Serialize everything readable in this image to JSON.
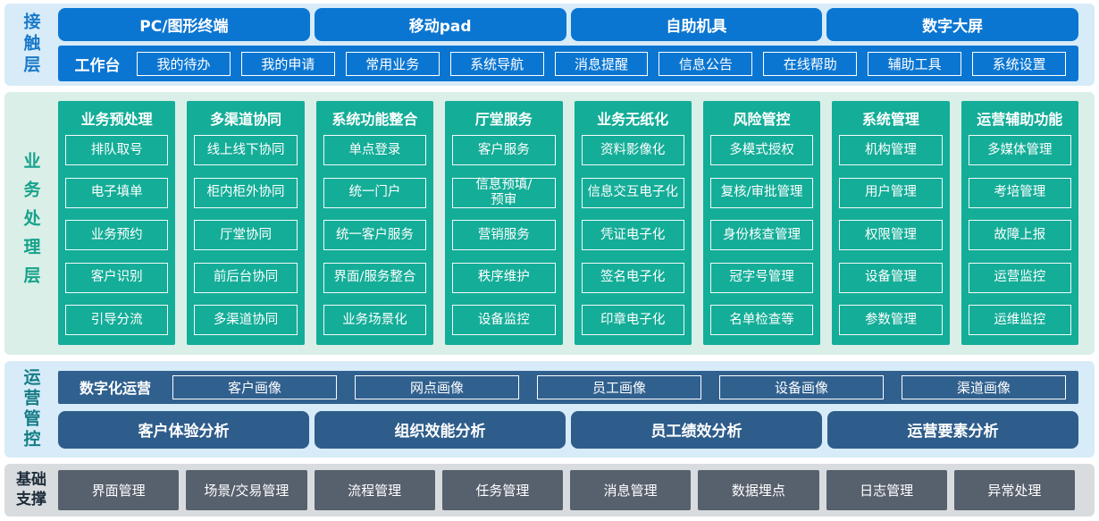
{
  "colors": {
    "channel_blue": "#0b76d2",
    "contact_band_bg": "#d7ebf8",
    "contact_label_color": "#1a7ac9",
    "business_band_bg": "#d9efe7",
    "business_column_bg": "#14ad98",
    "business_label_color": "#16a28c",
    "ops_band_bg": "#d7ebf8",
    "ops_bar_bg": "#30608e",
    "ops_button_bg": "#2e5d8b",
    "ops_label_color": "#147d86",
    "foundation_band_bg": "#d9dcdf",
    "foundation_button_bg": "#57616d",
    "foundation_label_color": "#1d2b39",
    "text_on_dark": "#ffffff"
  },
  "contact": {
    "label": "接触层",
    "channels": [
      "PC/图形终端",
      "移动pad",
      "自助机具",
      "数字大屏"
    ],
    "workbench": {
      "label": "工作台",
      "items": [
        "我的待办",
        "我的申请",
        "常用业务",
        "系统导航",
        "消息提醒",
        "信息公告",
        "在线帮助",
        "辅助工具",
        "系统设置"
      ]
    }
  },
  "business": {
    "label": "业务处理层",
    "columns": [
      {
        "title": "业务预处理",
        "items": [
          "排队取号",
          "电子填单",
          "业务预约",
          "客户识别",
          "引导分流"
        ]
      },
      {
        "title": "多渠道协同",
        "items": [
          "线上线下协同",
          "柜内柜外协同",
          "厅堂协同",
          "前后台协同",
          "多渠道协同"
        ]
      },
      {
        "title": "系统功能整合",
        "items": [
          "单点登录",
          "统一门户",
          "统一客户服务",
          "界面/服务整合",
          "业务场景化"
        ]
      },
      {
        "title": "厅堂服务",
        "items": [
          "客户服务",
          "信息预填/\n预审",
          "营销服务",
          "秩序维护",
          "设备监控"
        ]
      },
      {
        "title": "业务无纸化",
        "items": [
          "资料影像化",
          "信息交互电子化",
          "凭证电子化",
          "签名电子化",
          "印章电子化"
        ]
      },
      {
        "title": "风险管控",
        "items": [
          "多模式授权",
          "复核/审批管理",
          "身份核查管理",
          "冠字号管理",
          "名单检查等"
        ]
      },
      {
        "title": "系统管理",
        "items": [
          "机构管理",
          "用户管理",
          "权限管理",
          "设备管理",
          "参数管理"
        ]
      },
      {
        "title": "运营辅助功能",
        "items": [
          "多媒体管理",
          "考培管理",
          "故障上报",
          "运营监控",
          "运维监控"
        ]
      }
    ]
  },
  "operations": {
    "label": "运营管控",
    "digital_ops": {
      "label": "数字化运营",
      "items": [
        "客户画像",
        "网点画像",
        "员工画像",
        "设备画像",
        "渠道画像"
      ]
    },
    "analysis": [
      "客户体验分析",
      "组织效能分析",
      "员工绩效分析",
      "运营要素分析"
    ]
  },
  "foundation": {
    "label": "基础\n支撑",
    "items": [
      "界面管理",
      "场景/交易管理",
      "流程管理",
      "任务管理",
      "消息管理",
      "数据埋点",
      "日志管理",
      "异常处理"
    ]
  }
}
